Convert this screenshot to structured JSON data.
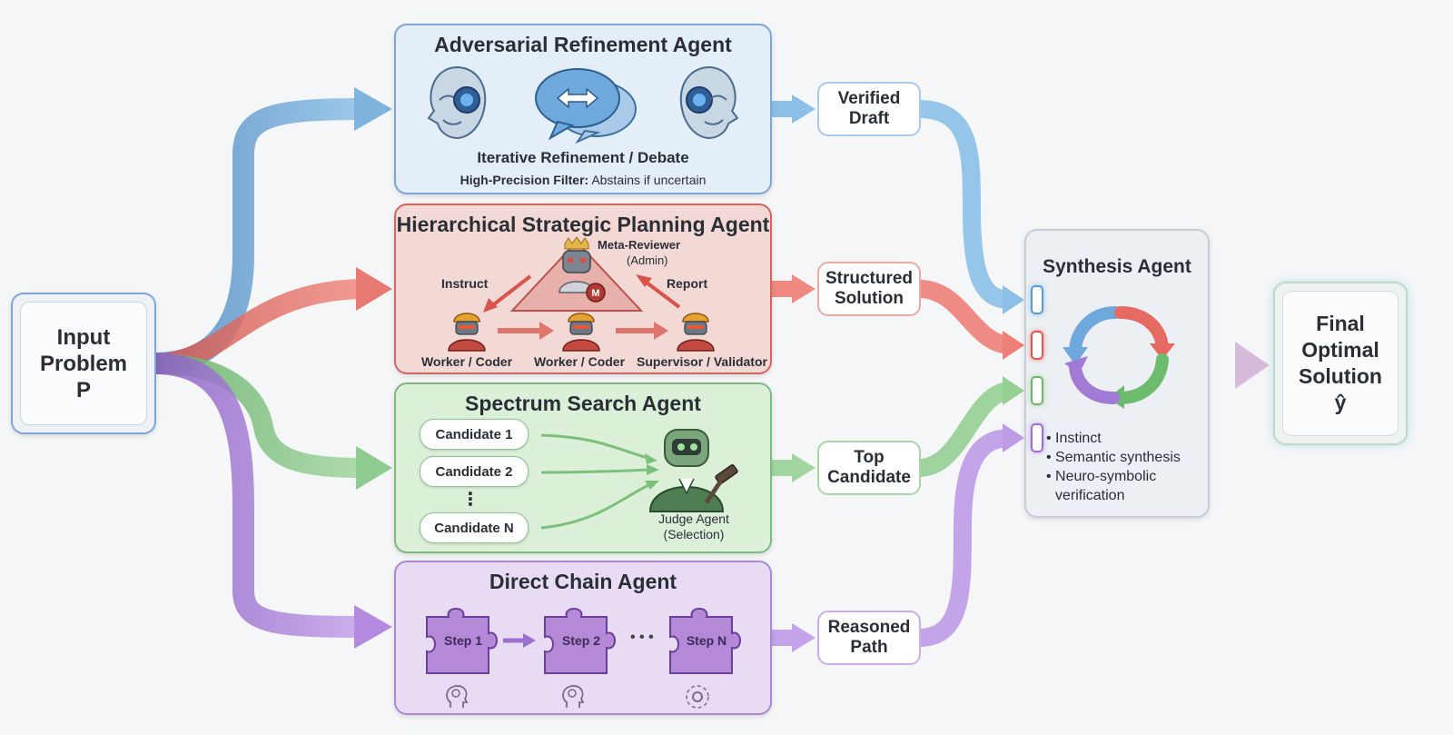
{
  "input": {
    "line1": "Input",
    "line2": "Problem",
    "line3": "P"
  },
  "adversarial": {
    "title": "Adversarial Refinement Agent",
    "subtitle": "Iterative Refinement / Debate",
    "filter_bold": "High-Precision Filter:",
    "filter_rest": "Abstains if uncertain",
    "output_line1": "Verified",
    "output_line2": "Draft",
    "color": "#5b9bd5"
  },
  "hierarchical": {
    "title": "Hierarchical Strategic Planning Agent",
    "reviewer_line1": "Meta-Reviewer",
    "reviewer_line2": "(Admin)",
    "instruct": "Instruct",
    "report": "Report",
    "workers": [
      "Worker / Coder",
      "Worker / Coder",
      "Supervisor / Validator"
    ],
    "output_line1": "Structured",
    "output_line2": "Solution",
    "color": "#d9574f"
  },
  "spectrum": {
    "title": "Spectrum Search Agent",
    "candidates": [
      "Candidate 1",
      "Candidate 2",
      "Candidate N"
    ],
    "ellipsis": "⋮",
    "judge_line1": "Judge Agent",
    "judge_line2": "(Selection)",
    "output_line1": "Top",
    "output_line2": "Candidate",
    "color": "#6fb56f"
  },
  "direct": {
    "title": "Direct Chain Agent",
    "steps": [
      "Step 1",
      "Step 2",
      "Step N"
    ],
    "ellipsis": "• • •",
    "output_line1": "Reasoned",
    "output_line2": "Path",
    "color": "#9b6fcf"
  },
  "synthesis": {
    "title": "Synthesis Agent",
    "bullets": [
      "• Instinct",
      "• Semantic synthesis",
      "• Neuro-symbolic",
      "verification"
    ]
  },
  "final": {
    "line1": "Final",
    "line2": "Optimal",
    "line3": "Solution",
    "line4": "ŷ"
  }
}
